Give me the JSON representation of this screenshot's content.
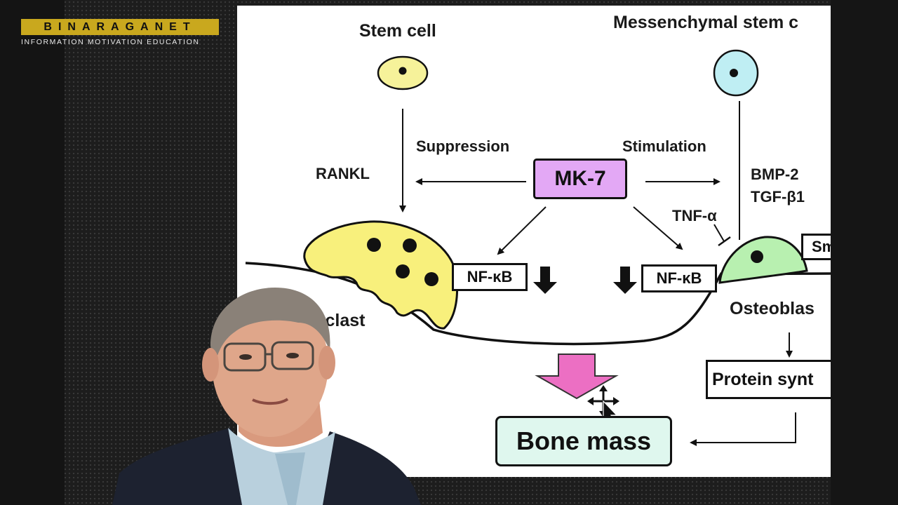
{
  "brand": {
    "name": "BINARAGANET",
    "tagline": "INFORMATION   MOTIVATION   EDUCATION",
    "bar_color": "#c9a81e"
  },
  "diagram": {
    "stem_cell": "Stem cell",
    "mesenchymal_stem_cell": "Messenchymal stem c",
    "suppression": "Suppression",
    "stimulation": "Stimulation",
    "rankl": "RANKL",
    "mk7": "MK-7",
    "bmp2": "BMP-2",
    "tgfb1": "TGF-β1",
    "tnfa": "TNF-α",
    "nfkb_left": "NF-κB",
    "nfkb_right": "NF-κB",
    "osteoclast": "teoclast",
    "osteoblast": "Osteoblas",
    "smad": "Sm",
    "protein_synthesis": "Protein synt",
    "bone_mass": "Bone mass",
    "colors": {
      "stem_cell": "#f6f29a",
      "mesenchymal": "#bfeef3",
      "osteoclast": "#f8f07c",
      "osteoblast": "#b8f0b0",
      "mk7_box": "#e3a8f5",
      "bone_mass_box": "#dff7ee",
      "down_arrow": "#ec6fc3"
    }
  }
}
